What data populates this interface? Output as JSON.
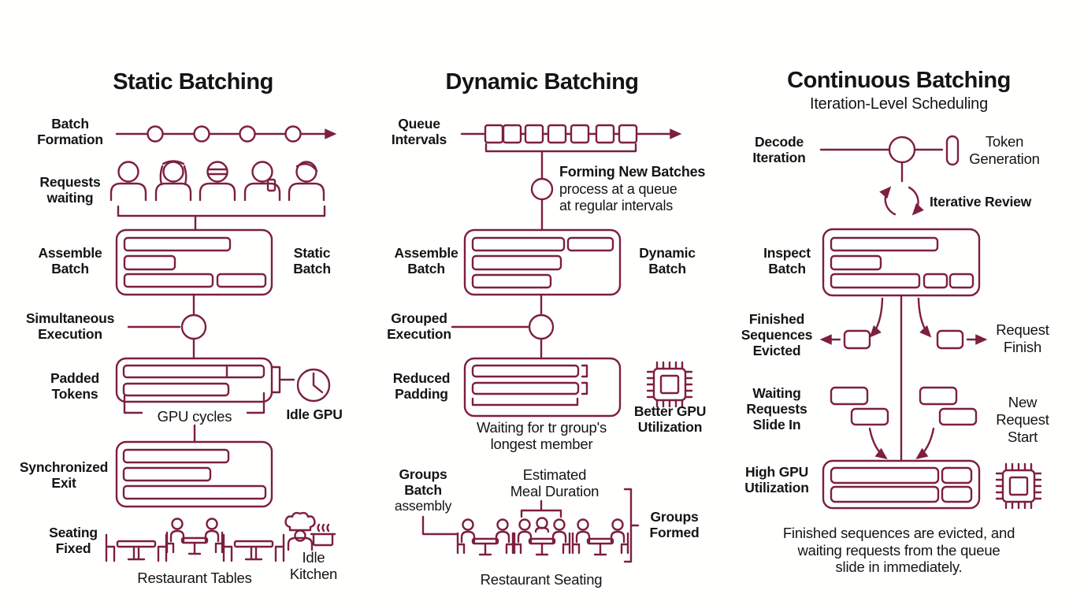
{
  "colors": {
    "line": "#7d1f3e",
    "text": "#141414",
    "background": "#fffffe"
  },
  "static_column": {
    "title": "Static Batching",
    "batch_formation": [
      "Batch",
      "Formation"
    ],
    "requests_waiting": [
      "Requests",
      "waiting"
    ],
    "assemble_batch": [
      "Assemble",
      "Batch"
    ],
    "static_batch": [
      "Static",
      "Batch"
    ],
    "simultaneous_execution": [
      "Simultaneous",
      "Execution"
    ],
    "padded_tokens": [
      "Padded",
      "Tokens"
    ],
    "gpu_cycles": "GPU cycles",
    "idle_gpu": "Idle GPU",
    "synchronized_exit": [
      "Synchronized",
      "Exit"
    ],
    "seating_fixed": [
      "Seating",
      "Fixed"
    ],
    "restaurant_tables": "Restaurant Tables",
    "idle_kitchen": [
      "Idle",
      "Kitchen"
    ]
  },
  "dynamic_column": {
    "title": "Dynamic Batching",
    "queue_intervals": [
      "Queue",
      "Intervals"
    ],
    "forming_new_batches": [
      "Forming New Batches",
      "process at a queue",
      "at regular intervals"
    ],
    "assemble_batch": [
      "Assemble",
      "Batch"
    ],
    "dynamic_batch": [
      "Dynamic",
      "Batch"
    ],
    "grouped_execution": [
      "Grouped",
      "Execution"
    ],
    "reduced_padding": [
      "Reduced",
      "Padding"
    ],
    "better_gpu_utilization": [
      "Better GPU",
      "Utilization"
    ],
    "waiting_note": [
      "Waiting for tr group's",
      "longest member"
    ],
    "groups_batch_assembly": [
      "Groups",
      "Batch",
      "assembly"
    ],
    "estimated_meal_duration": [
      "Estimated",
      "Meal Duration"
    ],
    "groups_formed": [
      "Groups",
      "Formed"
    ],
    "restaurant_seating": "Restaurant Seating"
  },
  "continuous_column": {
    "title": "Continuous Batching",
    "subtitle": "Iteration-Level Scheduling",
    "decode_iteration": [
      "Decode",
      "Iteration"
    ],
    "token_generation": [
      "Token",
      "Generation"
    ],
    "iterative_review": "Iterative Review",
    "inspect_batch": [
      "Inspect",
      "Batch"
    ],
    "finished_sequences_evicted": [
      "Finished",
      "Sequences",
      "Evicted"
    ],
    "request_finish": [
      "Request",
      "Finish"
    ],
    "waiting_requests_slide_in": [
      "Waiting",
      "Requests",
      "Slide In"
    ],
    "new_request_start": [
      "New",
      "Request",
      "Start"
    ],
    "high_gpu_utilization": [
      "High GPU",
      "Utilization"
    ],
    "caption": [
      "Finished sequences are evicted, and",
      "waiting requests from the queue",
      "slide in immediately."
    ]
  }
}
